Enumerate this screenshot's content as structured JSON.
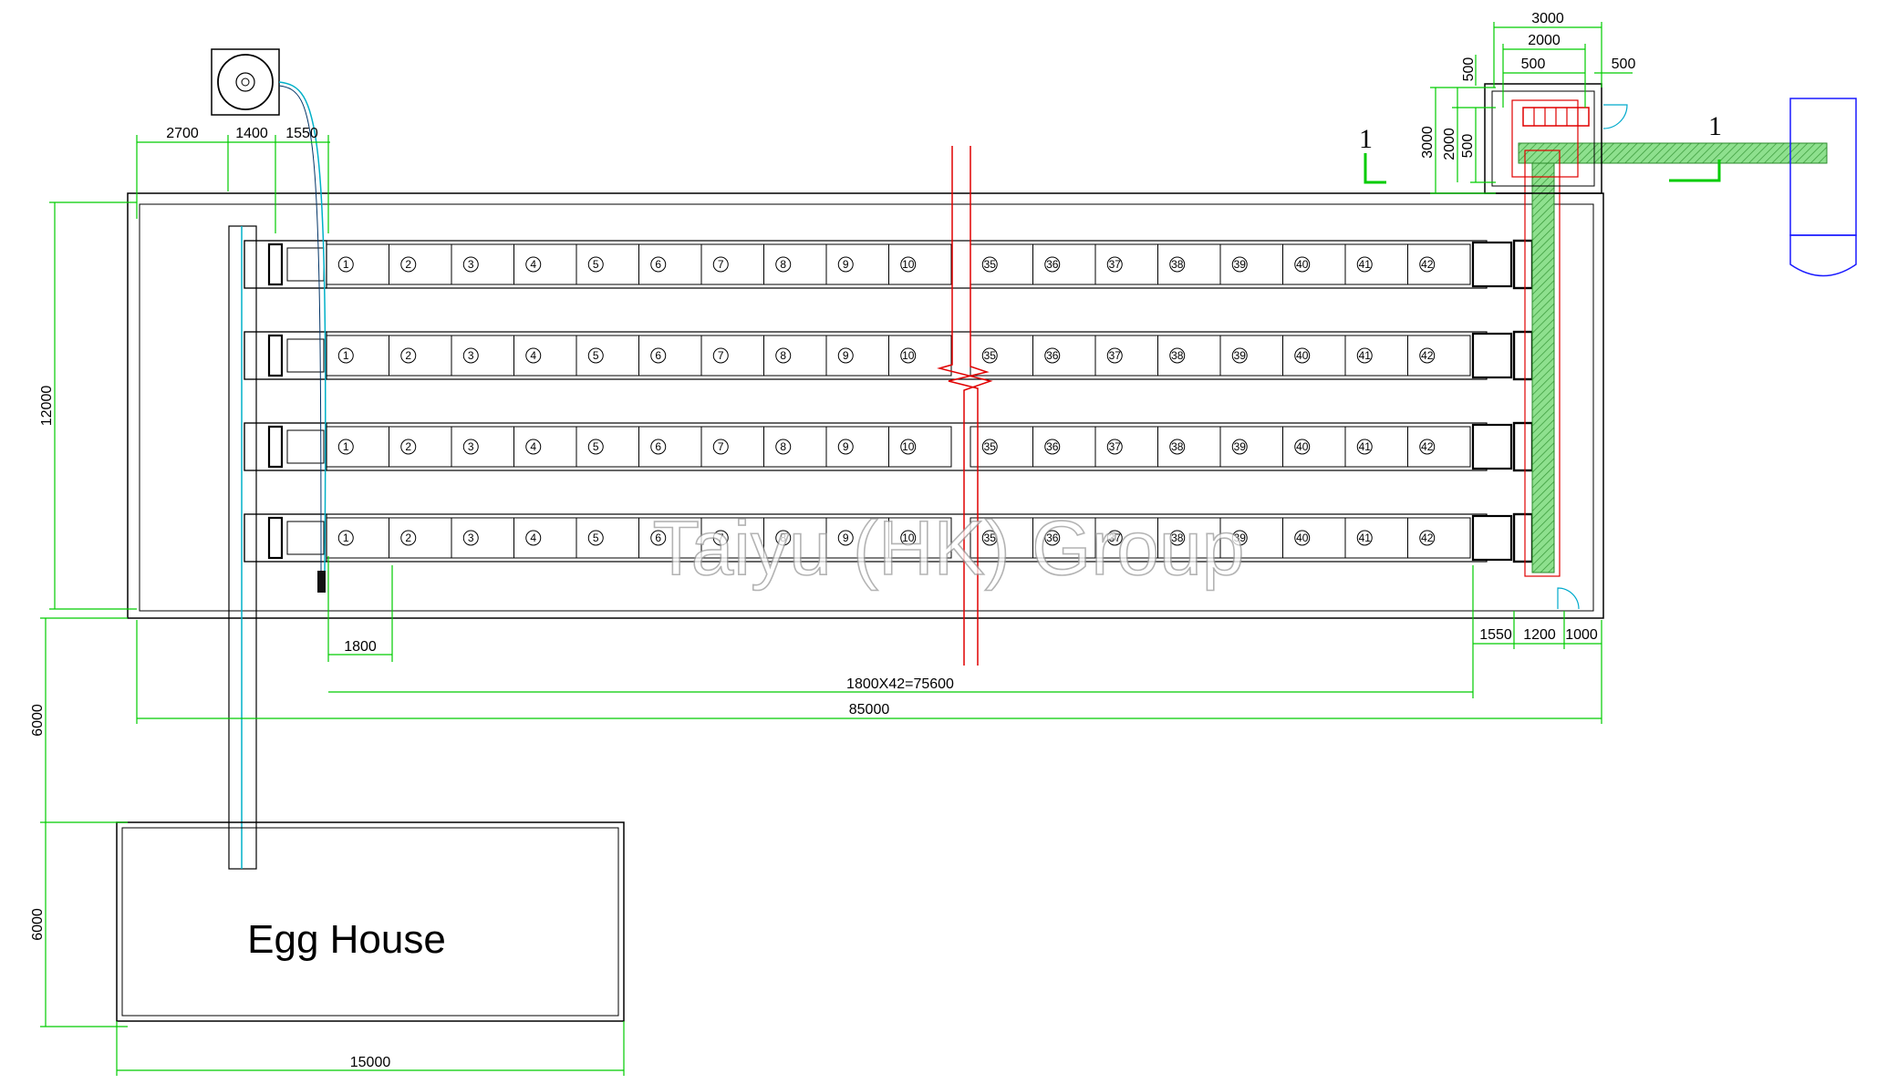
{
  "rows": 4,
  "row_cages_left": [
    "1",
    "2",
    "3",
    "4",
    "5",
    "6",
    "7",
    "8",
    "9",
    "10"
  ],
  "row_cages_right": [
    "35",
    "36",
    "37",
    "38",
    "39",
    "40",
    "41",
    "42"
  ],
  "dims": {
    "top_2700": "2700",
    "top_1400": "1400",
    "top_1550": "1550",
    "height_12000": "12000",
    "cage_1800": "1800",
    "total_cages": "1800X42=75600",
    "total_85000": "85000",
    "right_1550": "1550",
    "right_1200": "1200",
    "right_1000": "1000",
    "left_6000_a": "6000",
    "left_6000_b": "6000",
    "bottom_15000": "15000",
    "room_3000_w": "3000",
    "room_2000_w": "2000",
    "room_500_a": "500",
    "room_500_b": "500",
    "room_500_c": "500",
    "room_3000_h": "3000",
    "room_2000_h": "2000",
    "room_500_h": "500"
  },
  "section_marks": [
    "1",
    "1"
  ],
  "egg_house_label": "Egg House",
  "watermark": "Taiyu (HK) Group",
  "colors": {
    "dimension_line": "#00cc00",
    "water_line": "#00b0c8",
    "conveyor_fill": "#6fd26f",
    "break_line": "#e00000",
    "truck": "#1a1aff",
    "outline": "#000000"
  }
}
